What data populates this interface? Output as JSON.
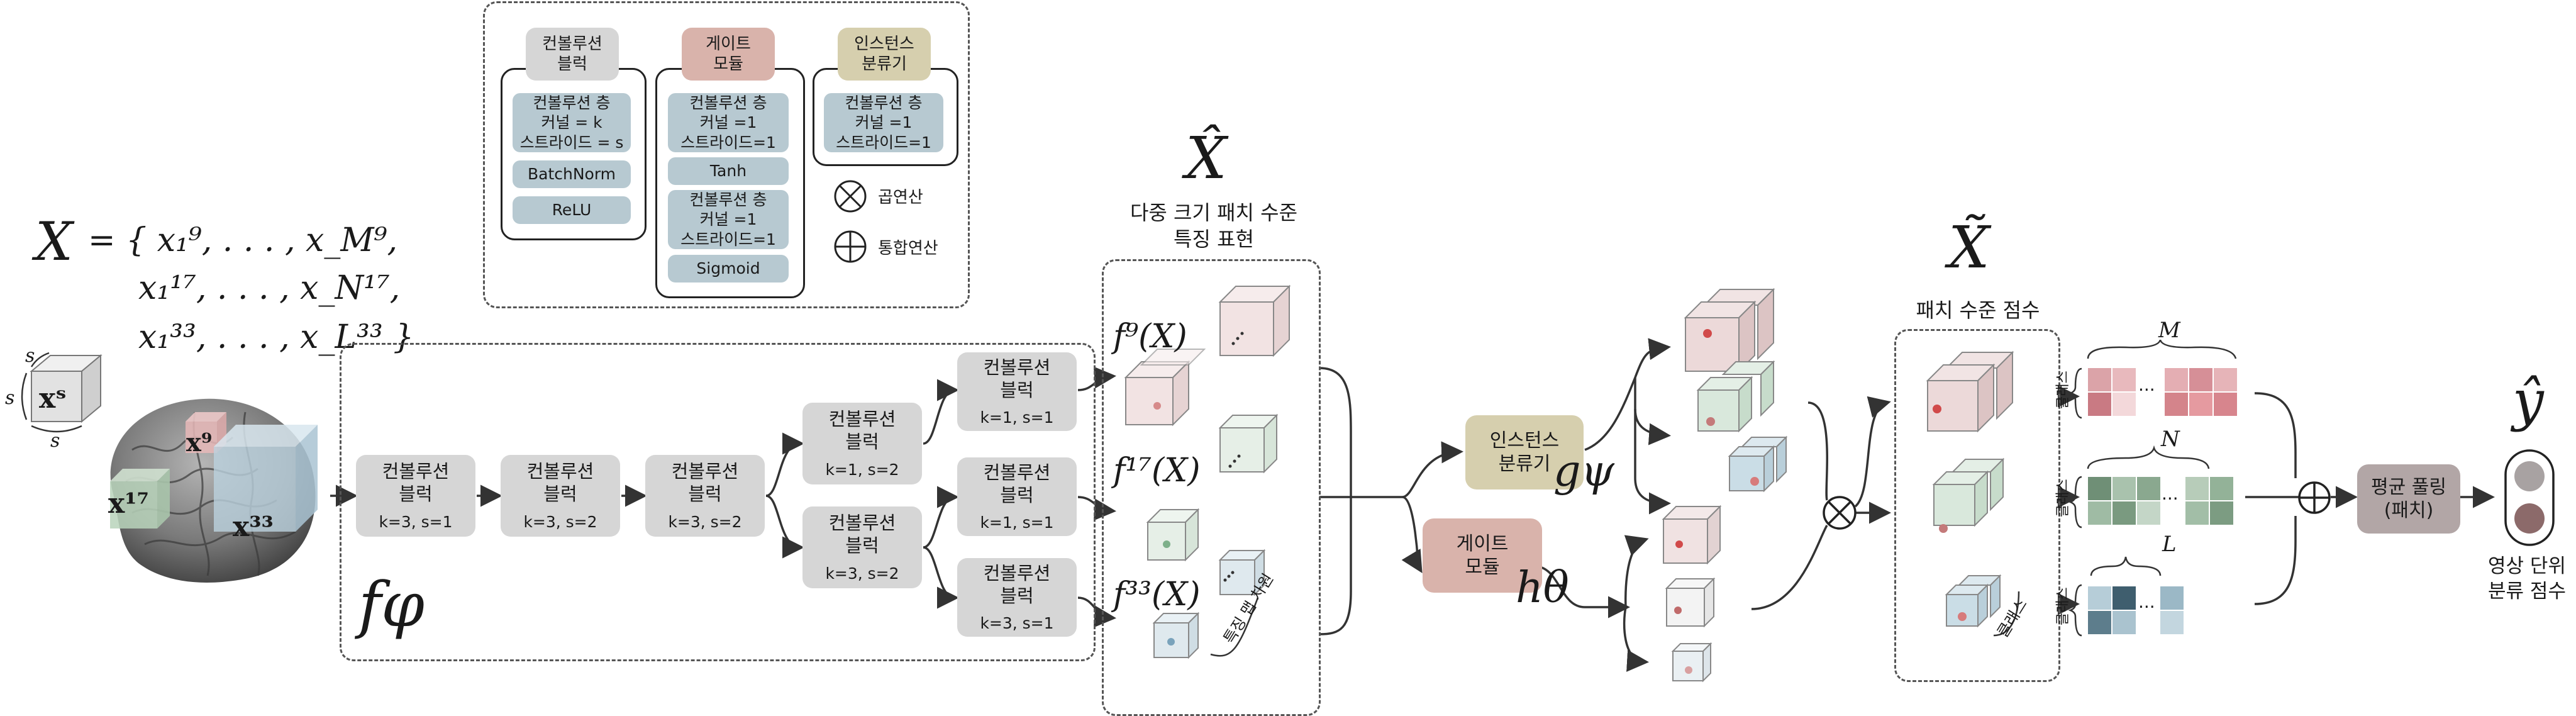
{
  "legend": {
    "conv_block": {
      "title": "컨볼루션\n블럭",
      "items": [
        "컨볼루션 층\n커널 = k\n스트라이드 = s",
        "BatchNorm",
        "ReLU"
      ]
    },
    "gate_module": {
      "title": "게이트\n모듈",
      "items": [
        "컨볼루션 층\n커널 =1\n스트라이드=1",
        "Tanh",
        "컨볼루션 층\n커널 =1\n스트라이드=1",
        "Sigmoid"
      ]
    },
    "instance_classifier": {
      "title": "인스턴스\n분류기",
      "items": [
        "컨볼루션 층\n커널 =1\n스트라이드=1"
      ]
    },
    "multiply_label": "곱연산",
    "concat_label": "통합연산"
  },
  "input": {
    "X": "X",
    "set_line1": "= { x₁⁹, . . . , x_M⁹,",
    "set_line2": "x₁¹⁷, . . . , x_N¹⁷,",
    "set_line3": "x₁³³, . . . , x_L³³ }",
    "patch_s": "s",
    "patch_label": "xˢ",
    "x9": "x⁹",
    "x17": "x¹⁷",
    "x33": "x³³"
  },
  "backbone": {
    "f_phi": "fφ",
    "blocks": [
      {
        "title": "컨볼루션\n블럭",
        "params": "k=3, s=1"
      },
      {
        "title": "컨볼루션\n블럭",
        "params": "k=3, s=2"
      },
      {
        "title": "컨볼루션\n블럭",
        "params": "k=3, s=2"
      },
      {
        "title": "컨볼루션\n블럭",
        "params": "k=1, s=2"
      },
      {
        "title": "컨볼루션\n블럭",
        "params": "k=3, s=2"
      },
      {
        "title": "컨볼루션\n블럭",
        "params": "k=1, s=1"
      },
      {
        "title": "컨볼루션\n블럭",
        "params": "k=1, s=1"
      },
      {
        "title": "컨볼루션\n블럭",
        "params": "k=3, s=1"
      }
    ]
  },
  "features": {
    "X_hat": "X̂",
    "caption": "다중 크기 패치 수준\n특징 표현",
    "f9": "f⁹(X)",
    "f17": "f¹⁷(X)",
    "f33": "f³³(X)",
    "dim_label": "특징 맵 차원"
  },
  "heads": {
    "instance_label": "인스턴스\n분류기",
    "g_psi": "gψ",
    "gate_label": "게이트\n모듈",
    "h_theta": "hθ"
  },
  "scores": {
    "X_tilde": "X̃",
    "caption": "패치 수준 점수",
    "class_label": "클래스",
    "M": "M",
    "N": "N",
    "L": "L",
    "ellipsis": "..."
  },
  "output": {
    "pool_label": "평균 풀링\n(패치)",
    "y_hat": "ŷ",
    "caption": "영상 단위\n분류 점수"
  },
  "colors": {
    "pink": "#e8d2d2",
    "green": "#cfe0d3",
    "blue": "#c9dbe4",
    "gate": "#d9b3ab",
    "instance": "#d6cfae",
    "block": "#d6d6d6",
    "legend_item": "#b7c9d1"
  }
}
